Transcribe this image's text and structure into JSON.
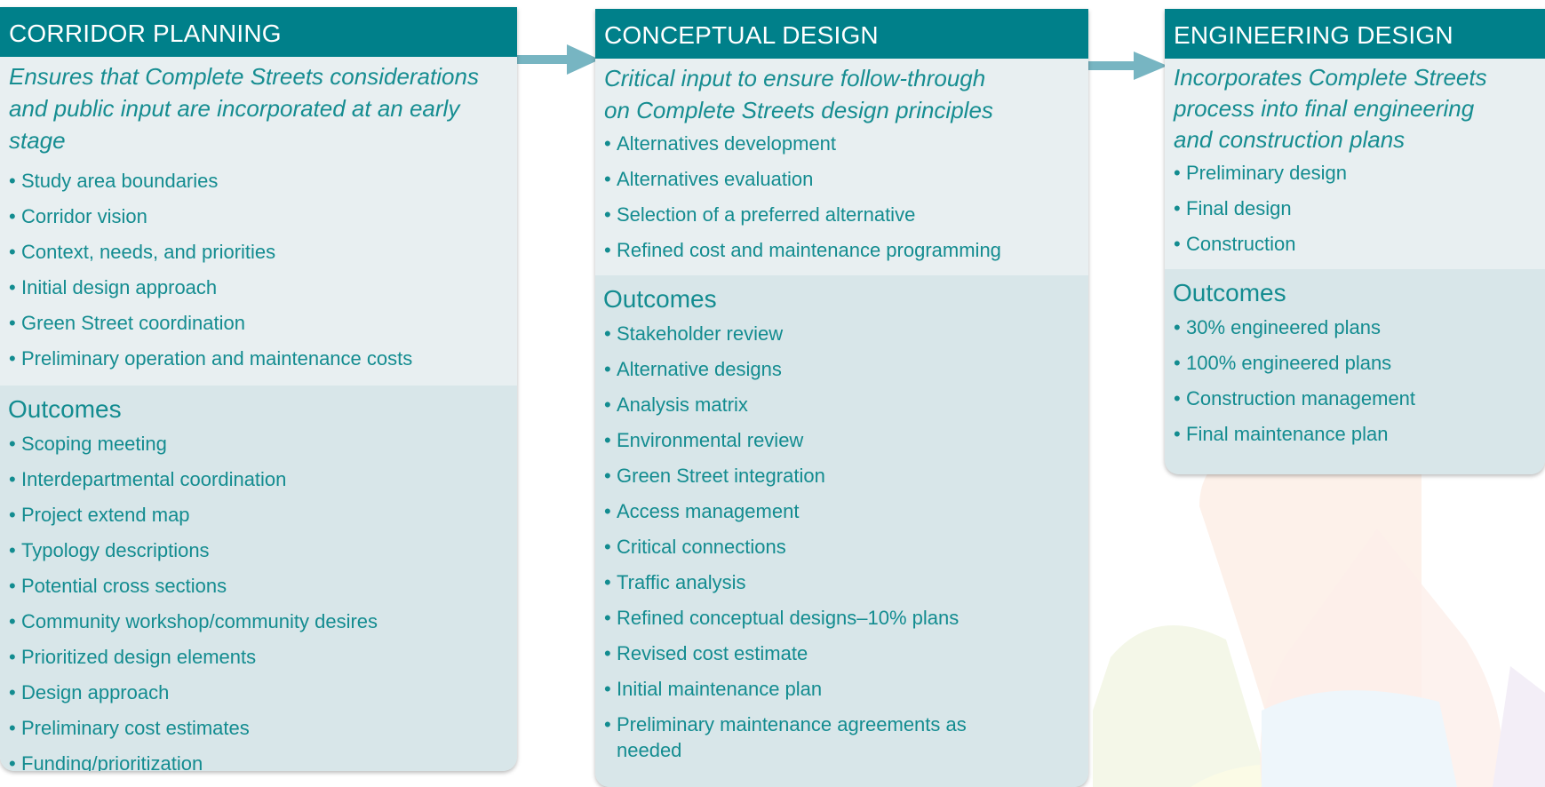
{
  "colors": {
    "header_bg": "#00808a",
    "text_teal": "#138c90",
    "panel_bg": "#e8eff1",
    "outcomes_bg": "#d8e6e9",
    "arrow": "#77b5c2"
  },
  "panels": [
    {
      "title": "CORRIDOR PLANNING",
      "subtitle": "Ensures that Complete Streets considerations and public input are incorporated at an early stage",
      "items": [
        "Study area boundaries",
        "Corridor vision",
        "Context, needs, and priorities",
        "Initial design approach",
        "Green Street coordination",
        "Preliminary operation and maintenance costs"
      ],
      "outcomes_title": "Outcomes",
      "outcomes": [
        "Scoping meeting",
        "Interdepartmental coordination",
        "Project extend map",
        "Typology descriptions",
        "Potential cross sections",
        "Community workshop/community desires",
        "Prioritized design elements",
        "Design approach",
        "Preliminary cost estimates",
        "Funding/prioritization"
      ]
    },
    {
      "title": "CONCEPTUAL DESIGN",
      "subtitle": "Critical input to ensure follow-through on Complete Streets design principles",
      "items": [
        "Alternatives development",
        "Alternatives evaluation",
        "Selection of a preferred alternative",
        "Refined cost and maintenance programming"
      ],
      "outcomes_title": "Outcomes",
      "outcomes": [
        "Stakeholder review",
        "Alternative designs",
        "Analysis matrix",
        "Environmental review",
        "Green Street integration",
        "Access management",
        "Critical connections",
        "Traffic analysis",
        "Refined conceptual designs–10% plans",
        "Revised cost estimate",
        "Initial maintenance plan",
        "Preliminary maintenance agreements as needed"
      ]
    },
    {
      "title": "ENGINEERING DESIGN",
      "subtitle": "Incorporates Complete Streets process into final engineering and construction plans",
      "items": [
        "Preliminary design",
        "Final design",
        "Construction"
      ],
      "outcomes_title": "Outcomes",
      "outcomes": [
        "30% engineered plans",
        "100% engineered plans",
        "Construction management",
        "Final maintenance plan"
      ]
    }
  ]
}
